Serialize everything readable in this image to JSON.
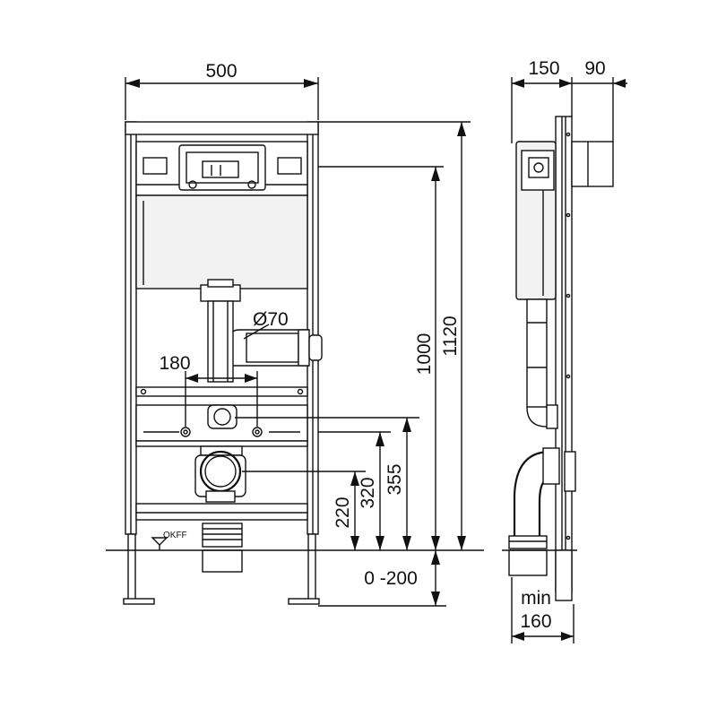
{
  "front_view": {
    "width_label": "500",
    "flush_spacing_label": "180",
    "pipe_diameter_label": "Ø70",
    "height_1000_label": "1000",
    "height_1120_label": "1120",
    "height_355_label": "355",
    "height_320_label": "320",
    "height_220_label": "220",
    "leg_adjust_label": "0 -200",
    "floor_marker_label": "OKFF"
  },
  "side_view": {
    "depth_label": "150",
    "plate_label": "90",
    "min_label": "min",
    "min_value_label": "160"
  },
  "colors": {
    "line": "#111111",
    "background": "#ffffff"
  }
}
